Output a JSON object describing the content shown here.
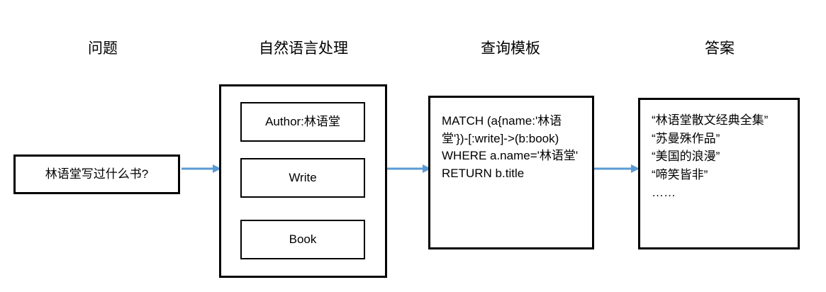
{
  "diagram": {
    "title_colors": {
      "text": "#000000",
      "box_border": "#000000",
      "arrow": "#5B9BD5",
      "background": "#FFFFFF"
    },
    "headings": [
      {
        "id": "question",
        "label": "问题"
      },
      {
        "id": "nlp",
        "label": "自然语言处理"
      },
      {
        "id": "query",
        "label": "查询模板"
      },
      {
        "id": "answer",
        "label": "答案"
      }
    ],
    "question_box": {
      "text": "林语堂写过什么书?"
    },
    "nlp_box": {
      "items": [
        {
          "label": "Author:林语堂"
        },
        {
          "label": "Write"
        },
        {
          "label": "Book"
        }
      ]
    },
    "query_box": {
      "code": "MATCH (a{name:'林语堂'})-[:write]->(b:book)\nWHERE a.name='林语堂'\nRETURN b.title"
    },
    "answer_box": {
      "lines": [
        "“林语堂散文经典全集”",
        "“苏曼殊作品”",
        "“美国的浪漫”",
        "“啼笑皆非”",
        "……"
      ]
    },
    "arrows": [
      {
        "id": "arrow-question-to-nlp",
        "direction": "right"
      },
      {
        "id": "arrow-nlp-to-query",
        "direction": "right"
      },
      {
        "id": "arrow-query-to-answer",
        "direction": "right"
      }
    ]
  }
}
